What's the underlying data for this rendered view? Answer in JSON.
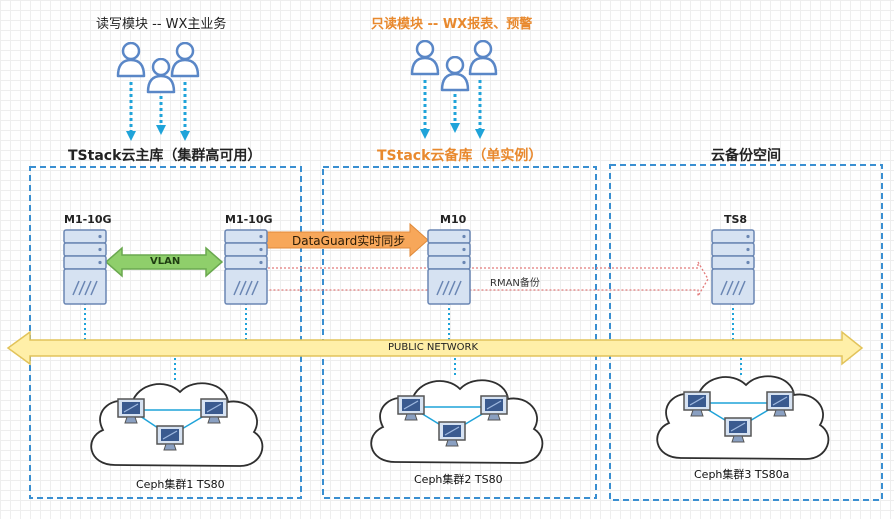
{
  "top_labels": {
    "rw": "读写模块 -- WX主业务",
    "ro": "只读模块 -- WX报表、预警"
  },
  "zones": {
    "primary": "TStack云主库（集群高可用）",
    "standby": "TStack云备库（单实例）",
    "backup": "云备份空间"
  },
  "servers": {
    "primary_a": "M1-10G",
    "primary_b": "M1-10G",
    "standby": "M10",
    "backup": "TS8"
  },
  "links": {
    "vlan": "VLAN",
    "dataguard": "DataGuard实时同步",
    "rman": "RMAN备份",
    "public_network": "PUBLIC NETWORK"
  },
  "clusters": {
    "c1": "Ceph集群1 TS80",
    "c2": "Ceph集群2 TS80",
    "c3": "Ceph集群3 TS80a"
  },
  "colors": {
    "zone_border": "#3a8fd1",
    "user_icon": "#5a87c7",
    "arrow_cyan": "#1fa3d9",
    "server_fill": "#d6e2f2",
    "server_stroke": "#6a86b3",
    "vlan_green": "#8fcf6b",
    "dataguard_orange": "#f7a75a",
    "public_network_fill": "#ffefa8",
    "public_network_stroke": "#e2c35a",
    "orange_text": "#e8892e"
  }
}
